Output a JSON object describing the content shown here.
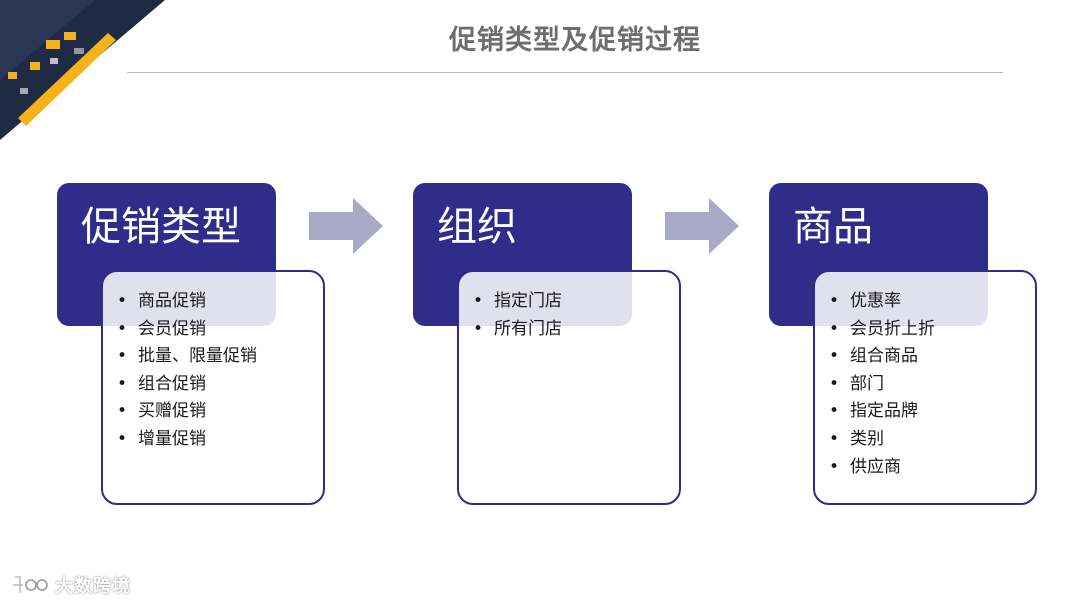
{
  "title": "促销类型及促销过程",
  "colors": {
    "primary": "#2f2c8a",
    "arrow": "#a9a8c6",
    "corner_dark": "#1f2a44",
    "corner_accent": "#f5b21a",
    "title_text": "#6e6e6e"
  },
  "stages": [
    {
      "header": "促销类型",
      "items": [
        "商品促销",
        "会员促销",
        "批量、限量促销",
        "组合促销",
        "买赠促销",
        "增量促销"
      ]
    },
    {
      "header": "组织",
      "items": [
        "指定门店",
        "所有门店"
      ]
    },
    {
      "header": "商品",
      "items": [
        "优惠率",
        "会员折上折",
        "组合商品",
        "部门",
        "指定品牌",
        "类别",
        "供应商"
      ]
    }
  ],
  "watermark": {
    "text": "大数跨境",
    "icon": "logo-icon"
  }
}
